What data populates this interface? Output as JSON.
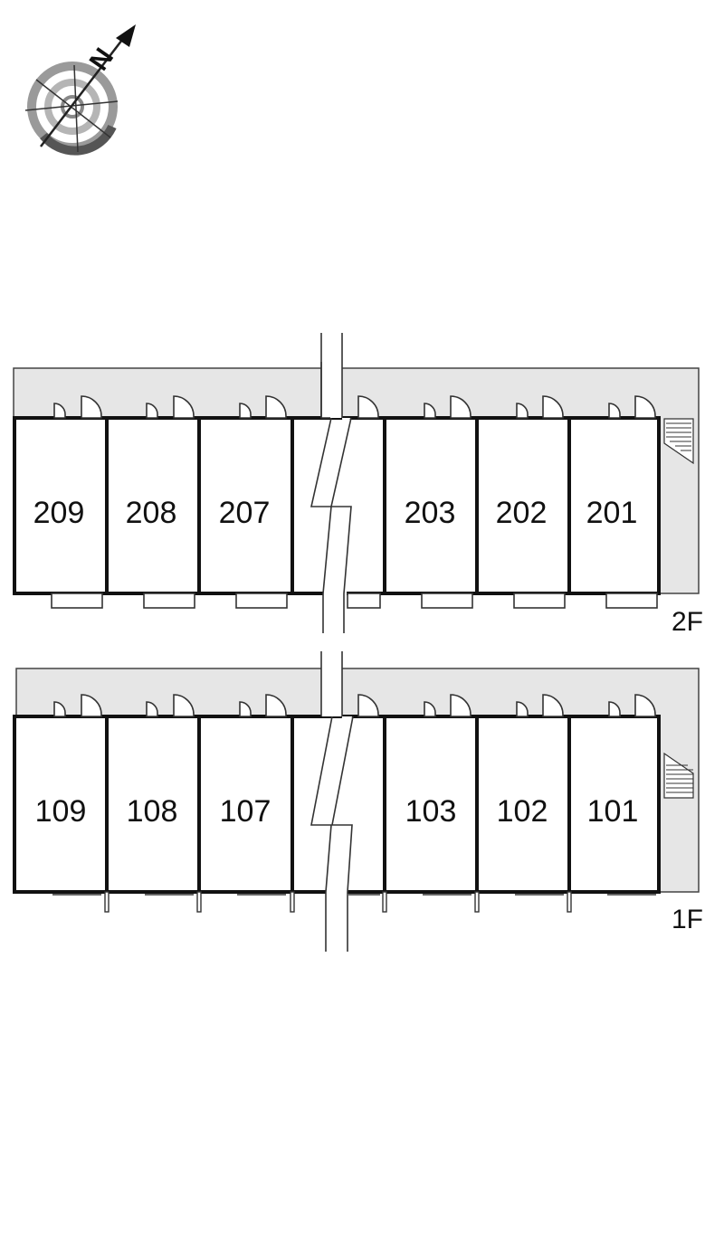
{
  "compass": {
    "north_label": "N"
  },
  "floors": [
    {
      "label": "2F",
      "units": [
        "209",
        "208",
        "207",
        "",
        "203",
        "202",
        "201"
      ]
    },
    {
      "label": "1F",
      "units": [
        "109",
        "108",
        "107",
        "",
        "103",
        "102",
        "101"
      ]
    }
  ],
  "colors": {
    "corridor": "#e6e6e6",
    "wall": "#111111",
    "background": "#ffffff"
  }
}
